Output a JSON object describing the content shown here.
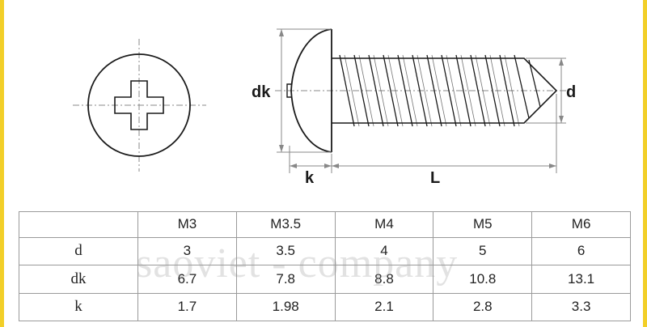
{
  "diagram": {
    "labels": {
      "dk": "dk",
      "d": "d",
      "k": "k",
      "L": "L"
    }
  },
  "watermark": "saoviet - company",
  "table": {
    "columns": [
      "",
      "M3",
      "M3.5",
      "M4",
      "M5",
      "M6"
    ],
    "rows": [
      {
        "label": "d",
        "values": [
          "3",
          "3.5",
          "4",
          "5",
          "6"
        ]
      },
      {
        "label": "dk",
        "values": [
          "6.7",
          "7.8",
          "8.8",
          "10.8",
          "13.1"
        ]
      },
      {
        "label": "k",
        "values": [
          "1.7",
          "1.98",
          "2.1",
          "2.8",
          "3.3"
        ]
      }
    ]
  },
  "colors": {
    "frame": "#f2cf28",
    "line": "#1a1a1a",
    "dim": "#888888"
  }
}
